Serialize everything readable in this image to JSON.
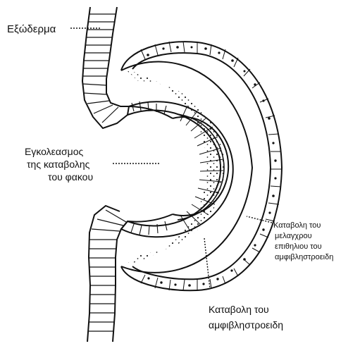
{
  "diagram": {
    "labels": {
      "ectoderm": "Εξώδερμα",
      "invagination_line1": "Εγκολεασμος",
      "invagination_line2": "της καταβολης",
      "invagination_line3": "του φακου",
      "pigment_line1": "Καταβολη του",
      "pigment_line2": "μελαγχρου",
      "pigment_line3": "επιθηλιου του",
      "pigment_line4": "αμφιβληστροειδη",
      "retina_line1": "Καταβολη του",
      "retina_line2": "αμφιβληστροειδη"
    }
  }
}
